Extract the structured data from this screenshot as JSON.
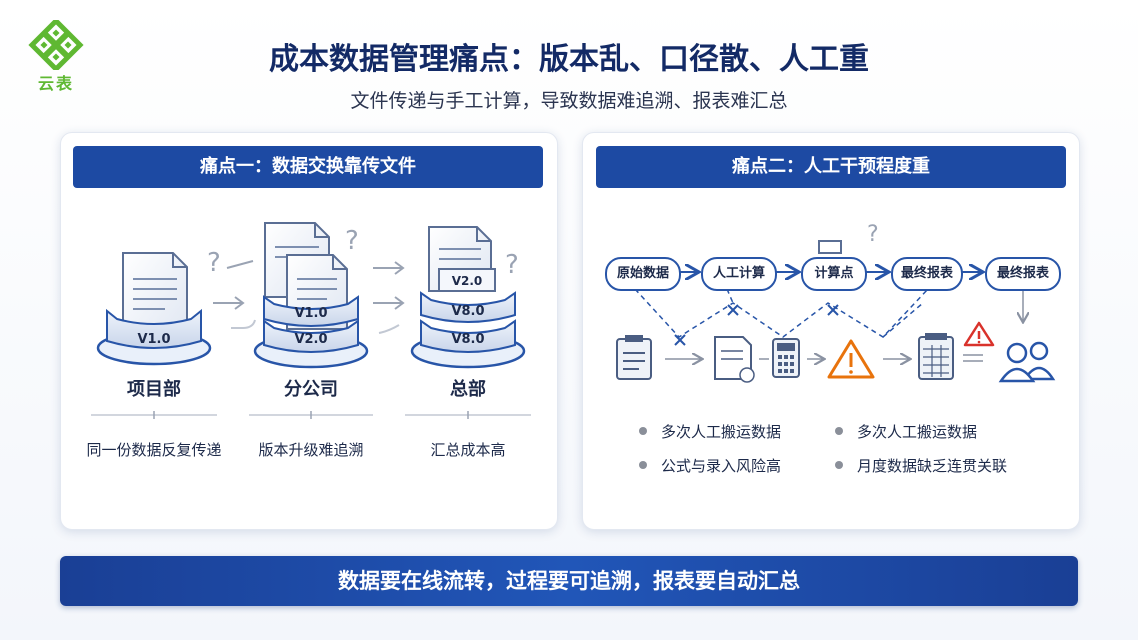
{
  "logo": {
    "text": "云表",
    "colors": {
      "green": "#5fb832"
    }
  },
  "header": {
    "title": "成本数据管理痛点：版本乱、口径散、人工重",
    "subtitle": "文件传递与手工计算，导致数据难追溯、报表难汇总"
  },
  "left_panel": {
    "heading": "痛点一：数据交换靠传文件",
    "columns": [
      {
        "dept": "项目部",
        "desc": "同一份数据反复传递",
        "versions": [
          "V1.0"
        ]
      },
      {
        "dept": "分公司",
        "desc": "版本升级难追溯",
        "versions": [
          "V1.0",
          "V2.0"
        ]
      },
      {
        "dept": "总部",
        "desc": "汇总成本高",
        "versions": [
          "V2.0",
          "V8.0",
          "V8.0"
        ]
      }
    ]
  },
  "right_panel": {
    "heading": "痛点二：人工干预程度重",
    "flow": [
      "原始数据",
      "人工计算",
      "计算点",
      "最终报表",
      "最终报表"
    ],
    "bullets": [
      "多次人工搬运数据",
      "多次人工搬运数据",
      "公式与录入风险高",
      "月度数据缺乏连贯关联"
    ]
  },
  "banner": {
    "text": "数据要在线流转，过程要可追溯，报表要自动汇总"
  },
  "colors": {
    "primary": "#1d4aa3",
    "warning": "#e8730c",
    "alert": "#d9322b"
  }
}
